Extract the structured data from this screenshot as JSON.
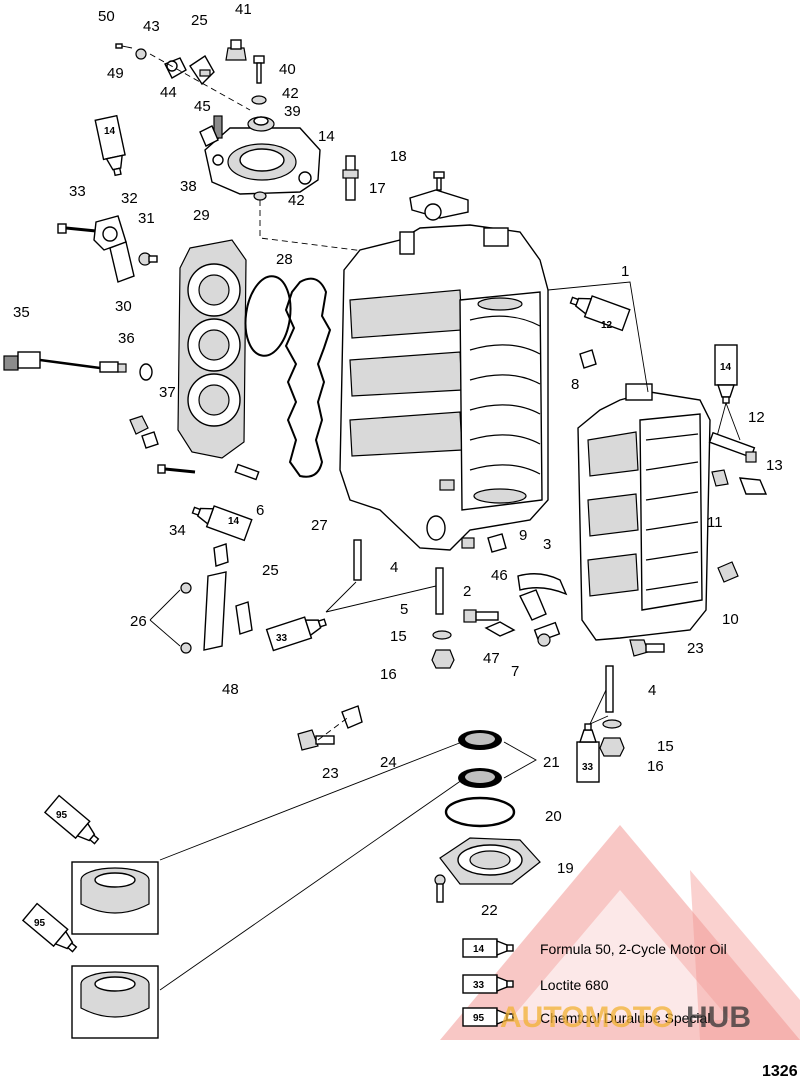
{
  "diagram": {
    "page_number": "1326",
    "callouts": [
      {
        "id": "c50",
        "label": "50"
      },
      {
        "id": "c43",
        "label": "43"
      },
      {
        "id": "c25a",
        "label": "25"
      },
      {
        "id": "c41",
        "label": "41"
      },
      {
        "id": "c49",
        "label": "49"
      },
      {
        "id": "c40",
        "label": "40"
      },
      {
        "id": "c44",
        "label": "44"
      },
      {
        "id": "c42a",
        "label": "42"
      },
      {
        "id": "c45",
        "label": "45"
      },
      {
        "id": "c39",
        "label": "39"
      },
      {
        "id": "c14a",
        "label": "14"
      },
      {
        "id": "c18",
        "label": "18"
      },
      {
        "id": "c38",
        "label": "38"
      },
      {
        "id": "c17",
        "label": "17"
      },
      {
        "id": "c42b",
        "label": "42"
      },
      {
        "id": "c33a",
        "label": "33"
      },
      {
        "id": "c32",
        "label": "32"
      },
      {
        "id": "c29",
        "label": "29"
      },
      {
        "id": "c31",
        "label": "31"
      },
      {
        "id": "c28",
        "label": "28"
      },
      {
        "id": "c1",
        "label": "1"
      },
      {
        "id": "c30",
        "label": "30"
      },
      {
        "id": "c35",
        "label": "35"
      },
      {
        "id": "c36",
        "label": "36"
      },
      {
        "id": "c8",
        "label": "8"
      },
      {
        "id": "c37",
        "label": "37"
      },
      {
        "id": "c12",
        "label": "12"
      },
      {
        "id": "c13",
        "label": "13"
      },
      {
        "id": "c11",
        "label": "11"
      },
      {
        "id": "c6",
        "label": "6"
      },
      {
        "id": "c34",
        "label": "34"
      },
      {
        "id": "c27",
        "label": "27"
      },
      {
        "id": "c9",
        "label": "9"
      },
      {
        "id": "c3",
        "label": "3"
      },
      {
        "id": "c4a",
        "label": "4"
      },
      {
        "id": "c25b",
        "label": "25"
      },
      {
        "id": "c46",
        "label": "46"
      },
      {
        "id": "c26",
        "label": "26"
      },
      {
        "id": "c5",
        "label": "5"
      },
      {
        "id": "c2",
        "label": "2"
      },
      {
        "id": "c10",
        "label": "10"
      },
      {
        "id": "c15a",
        "label": "15"
      },
      {
        "id": "c47",
        "label": "47"
      },
      {
        "id": "c23a",
        "label": "23"
      },
      {
        "id": "c16a",
        "label": "16"
      },
      {
        "id": "c7",
        "label": "7"
      },
      {
        "id": "c48",
        "label": "48"
      },
      {
        "id": "c4b",
        "label": "4"
      },
      {
        "id": "c15b",
        "label": "15"
      },
      {
        "id": "c23b",
        "label": "23"
      },
      {
        "id": "c24",
        "label": "24"
      },
      {
        "id": "c16b",
        "label": "16"
      },
      {
        "id": "c21",
        "label": "21"
      },
      {
        "id": "c20",
        "label": "20"
      },
      {
        "id": "c19",
        "label": "19"
      },
      {
        "id": "c22",
        "label": "22"
      }
    ],
    "tube_labels": {
      "t14_top": "14",
      "t12": "12",
      "t14_right": "14",
      "t14_left": "14",
      "t33_left": "33",
      "t33_right": "33",
      "t95_a": "95",
      "t95_b": "95"
    }
  },
  "legend": {
    "items": [
      {
        "code": "14",
        "text": "Formula 50, 2-Cycle Motor Oil"
      },
      {
        "code": "33",
        "text": "Loctite 680"
      },
      {
        "code": "95",
        "text": "Chemtool Duralube Special"
      }
    ]
  },
  "watermark": {
    "text_left": "AUTOMOTO",
    "text_right": "HUB",
    "color_red": "#e8473f",
    "color_gold": "#f2b233",
    "color_dark": "#333333"
  }
}
